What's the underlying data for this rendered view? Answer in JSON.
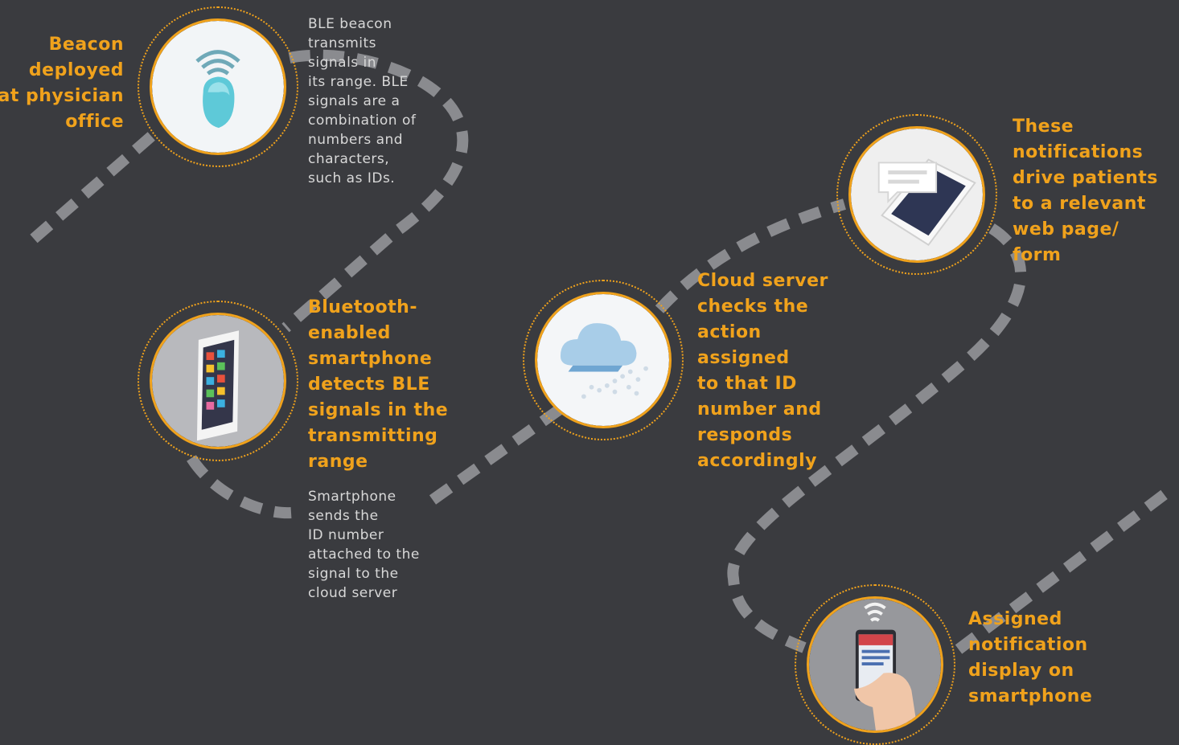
{
  "colors": {
    "background": "#3a3b3f",
    "accent": "#f0a21c",
    "path": "#8a8b8f",
    "text": "#d8d8d8"
  },
  "steps": [
    {
      "icon": "beacon-icon",
      "label": "Beacon\ndeployed\nat physician\noffice",
      "description": "BLE beacon\ntransmits\nsignals in\nits range. BLE\nsignals are a\ncombination of\nnumbers and\ncharacters,\nsuch as IDs."
    },
    {
      "icon": "smartphone-apps-icon",
      "label": "Bluetooth-\nenabled\nsmartphone\ndetects BLE\nsignals in the\ntransmitting\nrange",
      "description": "Smartphone\nsends the\nID number\nattached to the\nsignal to the\ncloud server"
    },
    {
      "icon": "cloud-icon",
      "label": "Cloud server\nchecks the\naction assigned\nto that ID\nnumber and\nresponds\naccordingly"
    },
    {
      "icon": "phone-notification-icon",
      "label": "These\nnotifications\ndrive patients\nto a relevant\nweb page/\nform"
    },
    {
      "icon": "hand-phone-icon",
      "label": "Assigned\nnotification\ndisplay on\nsmartphone"
    }
  ]
}
